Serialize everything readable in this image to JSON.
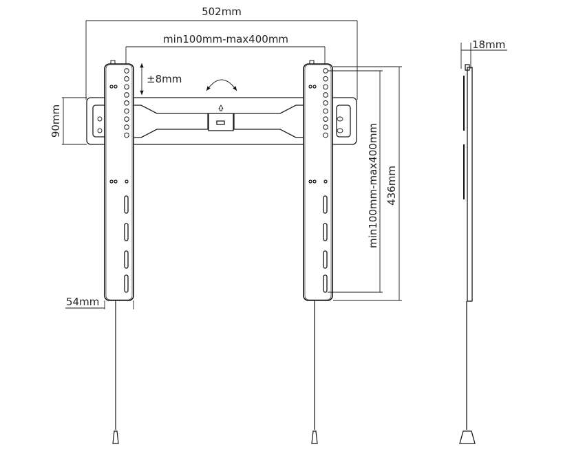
{
  "diagram": {
    "dimensions": {
      "overall_width": "502mm",
      "vesa_horizontal": "min100mm-max400mm",
      "vertical_adjust": "±8mm",
      "plate_height": "90mm",
      "arm_width": "54mm",
      "vesa_vertical": "min100mm-max400mm",
      "arm_height": "436mm",
      "wall_distance": "18mm"
    },
    "colors": {
      "line": "#1a1a1a",
      "background": "#ffffff"
    }
  }
}
